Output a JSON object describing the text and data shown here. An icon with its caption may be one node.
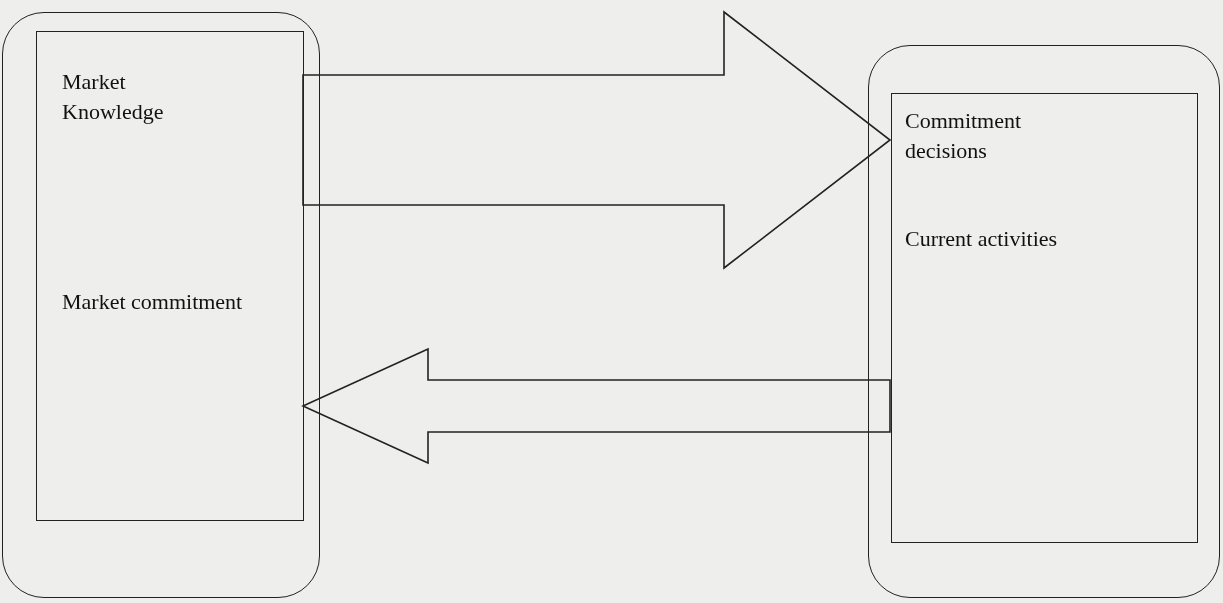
{
  "diagram": {
    "nodes": [
      {
        "text": [],
        "shape": "box"
      },
      {
        "text": [
          "Market Knowledge",
          "Market commitment"
        ],
        "in": 0
      },
      {
        "text": [],
        "shape": "box"
      },
      {
        "text": [
          "Commitment decisions",
          "Current activities"
        ],
        "in": 2
      }
    ],
    "edges": [
      {
        "from": 1,
        "to": 3,
        "arrow": "to",
        "style": "thick"
      },
      {
        "from": 3,
        "to": 1,
        "arrow": "to",
        "style": "thick"
      }
    ]
  }
}
